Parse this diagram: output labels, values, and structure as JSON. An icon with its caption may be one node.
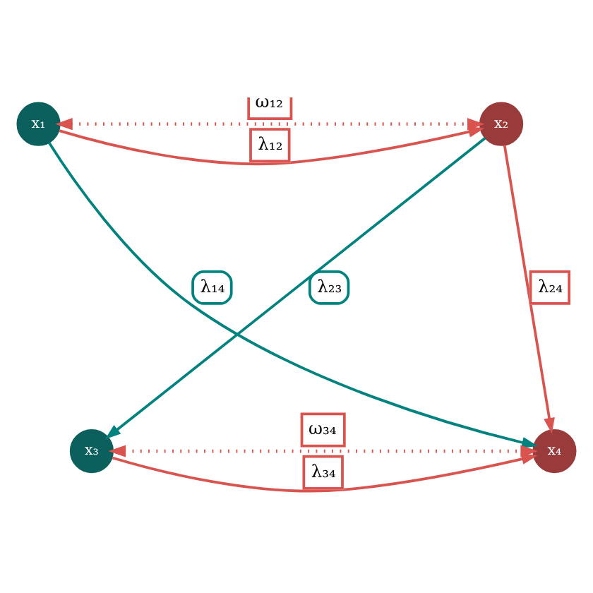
{
  "diagram": {
    "nodes": [
      {
        "text": [
          "x₁"
        ]
      },
      {
        "text": [
          "x₂"
        ]
      },
      {
        "text": [
          "x₃"
        ]
      },
      {
        "text": [
          "x₄"
        ]
      }
    ],
    "edges": [
      {
        "from": 0,
        "to": 1,
        "arrow": "both",
        "label": "ω₁₂",
        "style": "dashed"
      },
      {
        "from": 0,
        "to": 1,
        "arrow": "to",
        "label": "λ₁₂"
      },
      {
        "from": 0,
        "to": 3,
        "arrow": "to",
        "label": "λ₁₄",
        "color": "#00827f"
      },
      {
        "from": 1,
        "to": 2,
        "arrow": "to",
        "label": "λ₂₃",
        "color": "#00827f"
      },
      {
        "from": 1,
        "to": 3,
        "arrow": "to",
        "label": "λ₂₄"
      },
      {
        "from": 2,
        "to": 3,
        "arrow": "to",
        "label": "λ₃₄"
      },
      {
        "from": 2,
        "to": 3,
        "arrow": "both",
        "label": "ω₃₄",
        "style": "dashed"
      }
    ]
  }
}
